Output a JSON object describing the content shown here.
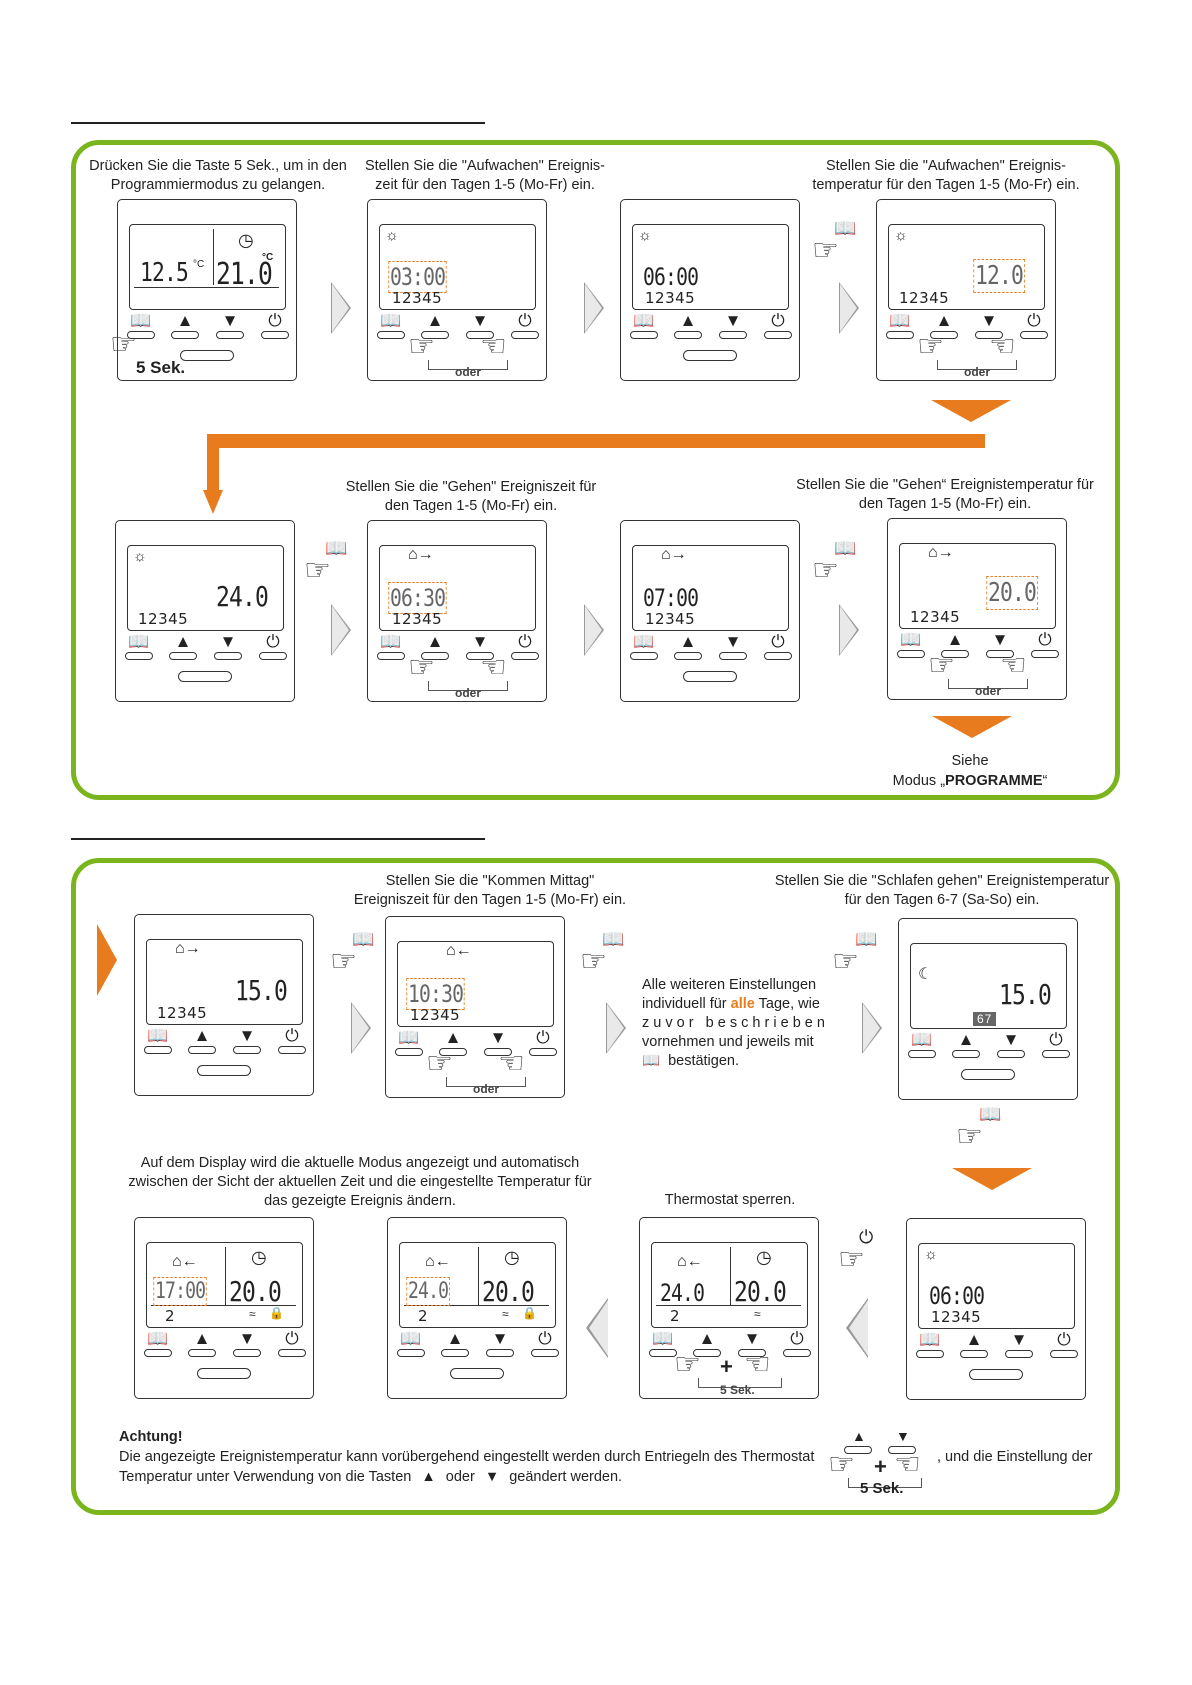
{
  "section1": {
    "cap_step1": "Drücken Sie die Taste 5 Sek., um in den Programmiermodus zu gelangen.",
    "cap_step2": "Stellen Sie die \"Aufwachen\" Ereignis- zeit für den Tagen 1-5 (Mo-Fr) ein.",
    "cap_step3": "Stellen Sie die \"Aufwachen\" Ereignis- temperatur für den Tagen 1-5 (Mo-Fr) ein.",
    "cap_step5": "Stellen Sie die \"Gehen\" Ereigniszeit für den Tagen 1-5 (Mo-Fr) ein.",
    "cap_step7": "Stellen Sie die \"Gehen“ Ereignistemperatur für den Tagen 1-5 (Mo-Fr) ein.",
    "siehe": "Siehe",
    "modus_prefix": "Modus „",
    "modus_bold": "PROGRAMME",
    "modus_suffix": "“",
    "sek_label": "5 Sek.",
    "oder": "oder",
    "d1": {
      "left": "12.5",
      "right": "21.0",
      "unit_left": "°C",
      "unit_right": "°C"
    },
    "d2": {
      "time": "03:00",
      "days": "12345"
    },
    "d3": {
      "time": "06:00",
      "days": "12345"
    },
    "d4": {
      "temp": "12.0",
      "days": "12345"
    },
    "d5": {
      "temp": "24.0",
      "days": "12345"
    },
    "d6": {
      "time": "06:30",
      "days": "12345"
    },
    "d7": {
      "time": "07:00",
      "days": "12345"
    },
    "d8": {
      "temp": "20.0",
      "days": "12345"
    }
  },
  "section2": {
    "cap_kommen": "Stellen Sie die \"Kommen Mittag\" Ereigniszeit für den Tagen 1-5 (Mo-Fr) ein.",
    "cap_schlafen": "Stellen Sie die \"Schlafen gehen\" Ereignistemperatur für den Tagen 6-7 (Sa-So) ein.",
    "note_line1_a": "Alle weiteren Einstellungen",
    "note_line2_a": "individuell für ",
    "note_alle": "alle",
    "note_line2_b": " Tage, wie",
    "note_line3": "z u v o r   b e s c h r i e b e n",
    "note_line4": "vornehmen und jeweils mit",
    "note_line5": "bestätigen.",
    "cap_display": "Auf dem Display wird die aktuelle Modus angezeigt und automatisch zwischen der Sicht der aktuellen Zeit und die eingestellte Temperatur für das gezeigte Ereignis ändern.",
    "cap_sperren": "Thermostat sperren.",
    "oder": "oder",
    "sek_label": "5 Sek.",
    "e1": {
      "temp": "15.0",
      "days": "12345"
    },
    "e2": {
      "time": "10:30",
      "days": "12345"
    },
    "e3": {
      "temp": "15.0",
      "days": "67"
    },
    "e4": {
      "time": "17:00",
      "temp": "20.0",
      "day": "2"
    },
    "e5": {
      "left": "24.0",
      "temp": "20.0",
      "day": "2"
    },
    "e6": {
      "left": "24.0",
      "temp": "20.0",
      "day": "2"
    },
    "e7": {
      "time": "06:00",
      "days": "12345"
    },
    "achtung_title": "Achtung!",
    "achtung_line1": "Die angezeigte Ereignistemperatur kann vorübergehend eingestellt werden durch Entriegeln des Thermostat",
    "achtung_line1_end": ", und die Einstellung der",
    "achtung_line2_a": "Temperatur unter Verwendung von die Tasten",
    "achtung_oder": "oder",
    "achtung_line2_b": "geändert werden."
  },
  "icons": {
    "book": "book-icon",
    "up": "triangle-up-icon",
    "down": "triangle-down-icon",
    "power": "power-icon",
    "hand": "hand-press-icon",
    "sun": "sun-icon",
    "moon": "moon-icon",
    "home_out": "house-leaving-icon",
    "home_in": "house-arriving-icon",
    "clock": "clock-icon",
    "lock": "lock-icon"
  },
  "colors": {
    "frame_green": "#7ab51d",
    "accent_orange": "#e87b1e"
  }
}
